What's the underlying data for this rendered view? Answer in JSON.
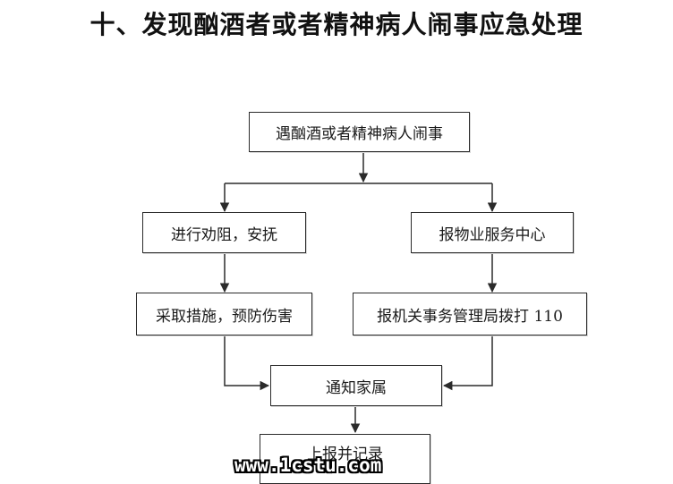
{
  "title": "十、发现酗酒者或者精神病人闹事应急处理",
  "nodes": {
    "start": "遇酗酒或者精神病人闹事",
    "dissuade": "进行劝阻，安抚",
    "report_center": "报物业服务中心",
    "measures": "采取措施，预防伤害",
    "call_110": "报机关事务管理局拨打 110",
    "notify_family": "通知家属",
    "report_record": "上报并记录"
  },
  "watermark": "www.1cstu.com"
}
